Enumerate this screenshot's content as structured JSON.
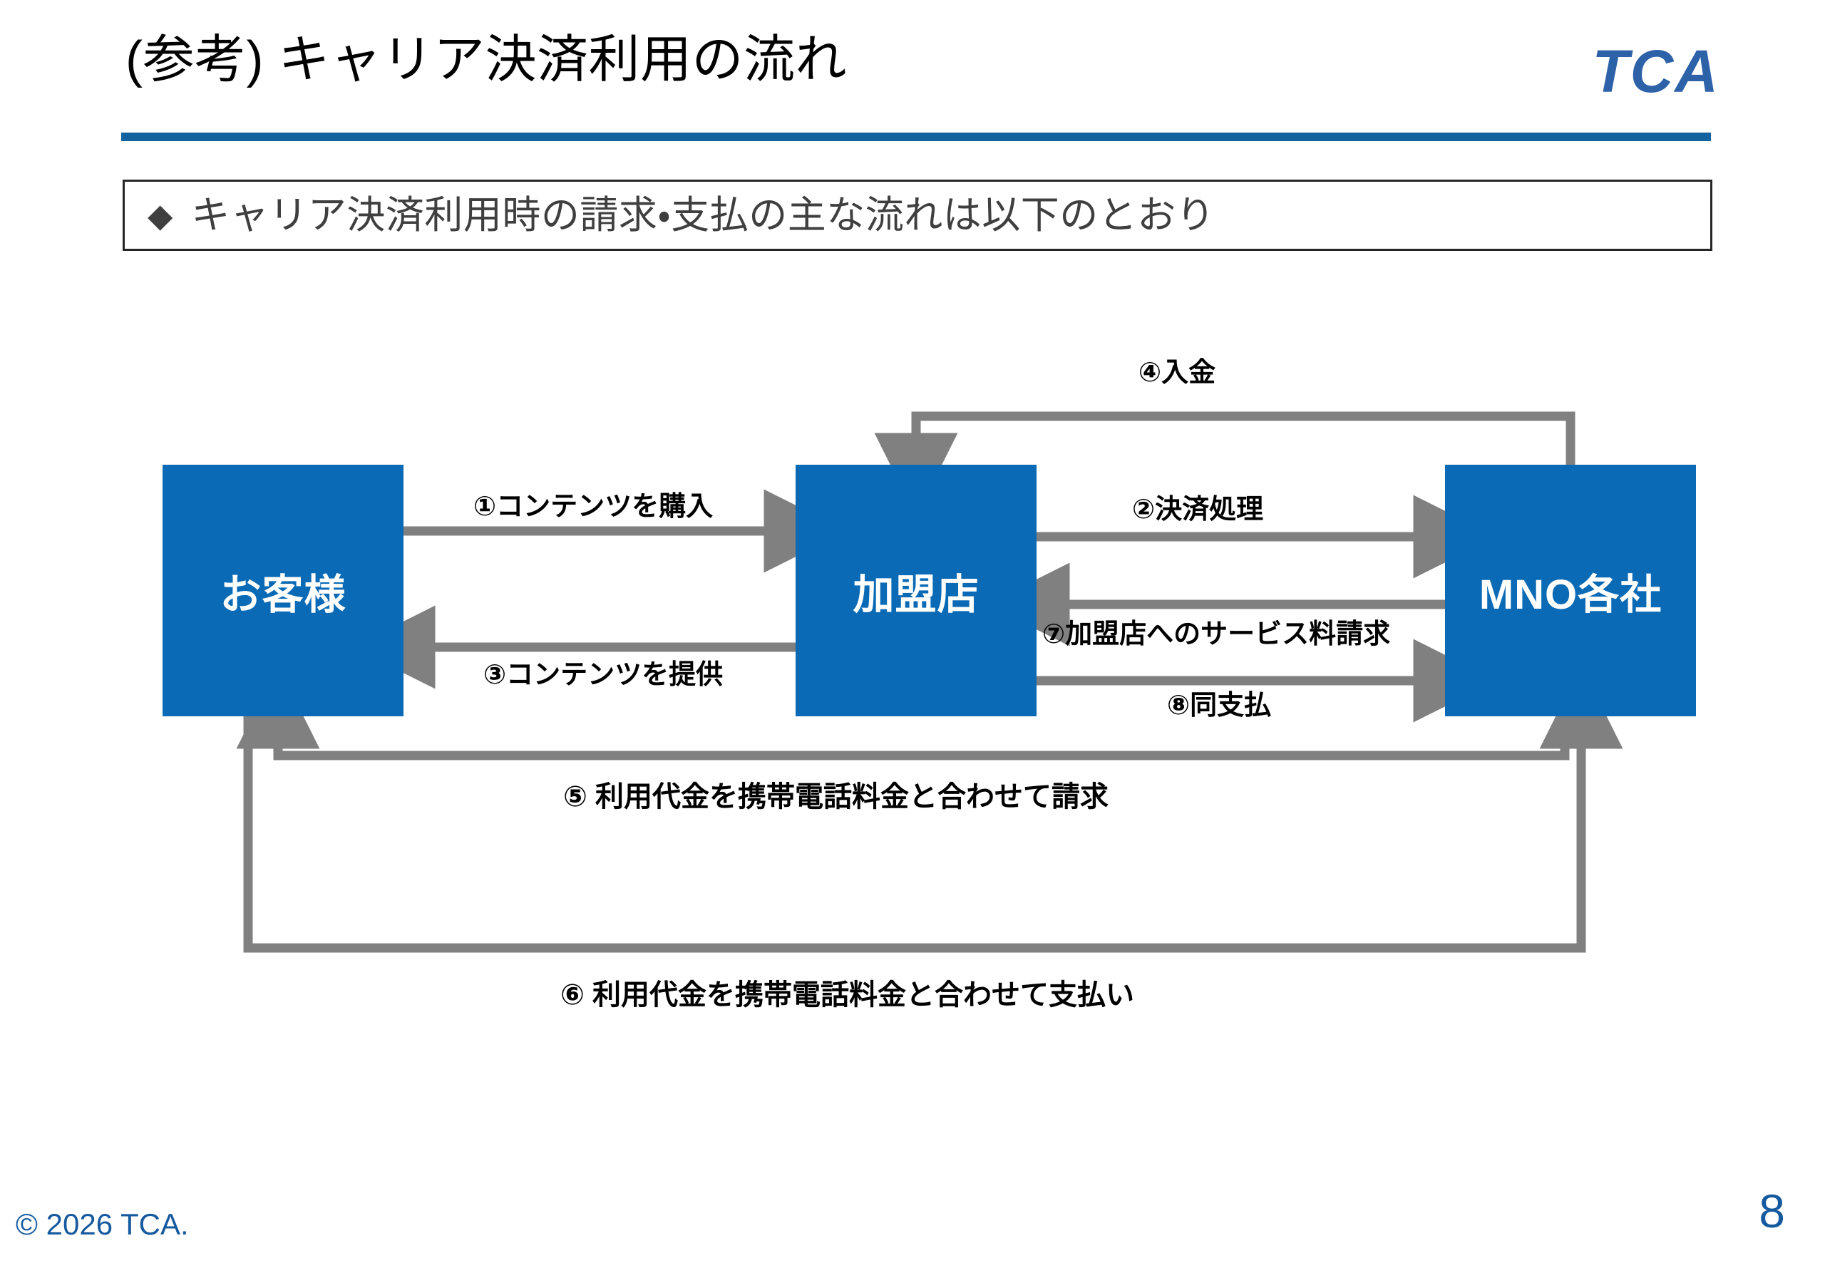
{
  "slide": {
    "title": "(参考) キャリア決済利用の流れ",
    "logo_text": "TCA",
    "accent_blue": "#14639f",
    "node_blue": "#0a6ab5",
    "arrow_gray": "#808080",
    "page_number": "8",
    "copyright": "© 2026 TCA."
  },
  "subtitle": {
    "bullet": "◆",
    "text": "キャリア決済利用時の請求・支払の主な流れは以下のとおり"
  },
  "diagram": {
    "nodes": [
      {
        "id": "customer",
        "label": "お客様"
      },
      {
        "id": "merchant",
        "label": "加盟店"
      },
      {
        "id": "mno",
        "label": "MNO各社"
      }
    ],
    "flows": [
      {
        "id": "1",
        "label": "①コンテンツを購入",
        "from": "customer",
        "to": "merchant"
      },
      {
        "id": "2",
        "label": "②決済処理",
        "from": "merchant",
        "to": "mno"
      },
      {
        "id": "3",
        "label": "③コンテンツを提供",
        "from": "merchant",
        "to": "customer"
      },
      {
        "id": "4",
        "label": "④入金",
        "from": "mno",
        "to": "merchant"
      },
      {
        "id": "5",
        "label": "⑤ 利用代金を携帯電話料金と合わせて請求",
        "from": "mno",
        "to": "customer"
      },
      {
        "id": "6",
        "label": "⑥ 利用代金を携帯電話料金と合わせて支払い",
        "from": "customer",
        "to": "mno"
      },
      {
        "id": "7",
        "label": "⑦加盟店へのサービス料請求",
        "from": "mno",
        "to": "merchant"
      },
      {
        "id": "8",
        "label": "⑧同支払",
        "from": "merchant",
        "to": "mno"
      }
    ]
  }
}
